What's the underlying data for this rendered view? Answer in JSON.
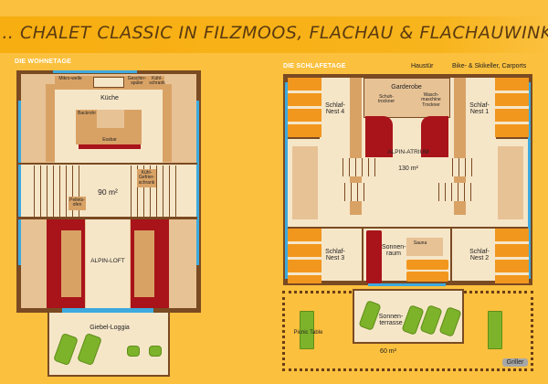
{
  "title": "… CHALET CLASSIC IN FILZMOOS, FLACHAU & FLACHAUWINKL",
  "left_plan": {
    "section": "DIE WOHNETAGE",
    "labels": {
      "mikrowelle": "Mikro-welle",
      "geschirrspueler": "Geschirr-spüler",
      "kuehlschrank": "Kühl-schrank",
      "kueche": "Küche",
      "backrohr": "Backrohr",
      "essbar": "Essbar",
      "kuehl_gefrier": "Kühl-Gefrier-schrank",
      "area": "90 m²",
      "pelletsofen": "Pellets-ofen",
      "loft": "ALPIN-LOFT",
      "loggia": "Giebel-Loggia"
    }
  },
  "right_plan": {
    "section": "DIE SCHLAFETAGE",
    "labels": {
      "haustuer": "Haustür",
      "bike": "Bike- & Skikeller, Carports",
      "garderobe": "Garderobe",
      "schuhtrockner": "Schuh-trockner",
      "waschmaschine": "Wasch-maschine Trockner",
      "nest4": "Schlaf-Nest 4",
      "nest1": "Schlaf-Nest 1",
      "atrium": "ALPIN-ATRIUM",
      "area": "130 m²",
      "nest3": "Schlaf-Nest 3",
      "nest2": "Schlaf-Nest 2",
      "sonnenraum": "Sonnen-raum",
      "sauna": "Sauna",
      "terrasse": "Sonnen-terrasse",
      "picnic": "Picnic Table",
      "garden_area": "60 m²",
      "griller": "Griller"
    }
  },
  "colors": {
    "background": "#FBC03E",
    "wall": "#7A4A22",
    "floor": "#F6E6C8",
    "window": "#3DAADE",
    "sofa": "#A8141A",
    "bed": "#F2971E",
    "lounger": "#7DB32A"
  }
}
